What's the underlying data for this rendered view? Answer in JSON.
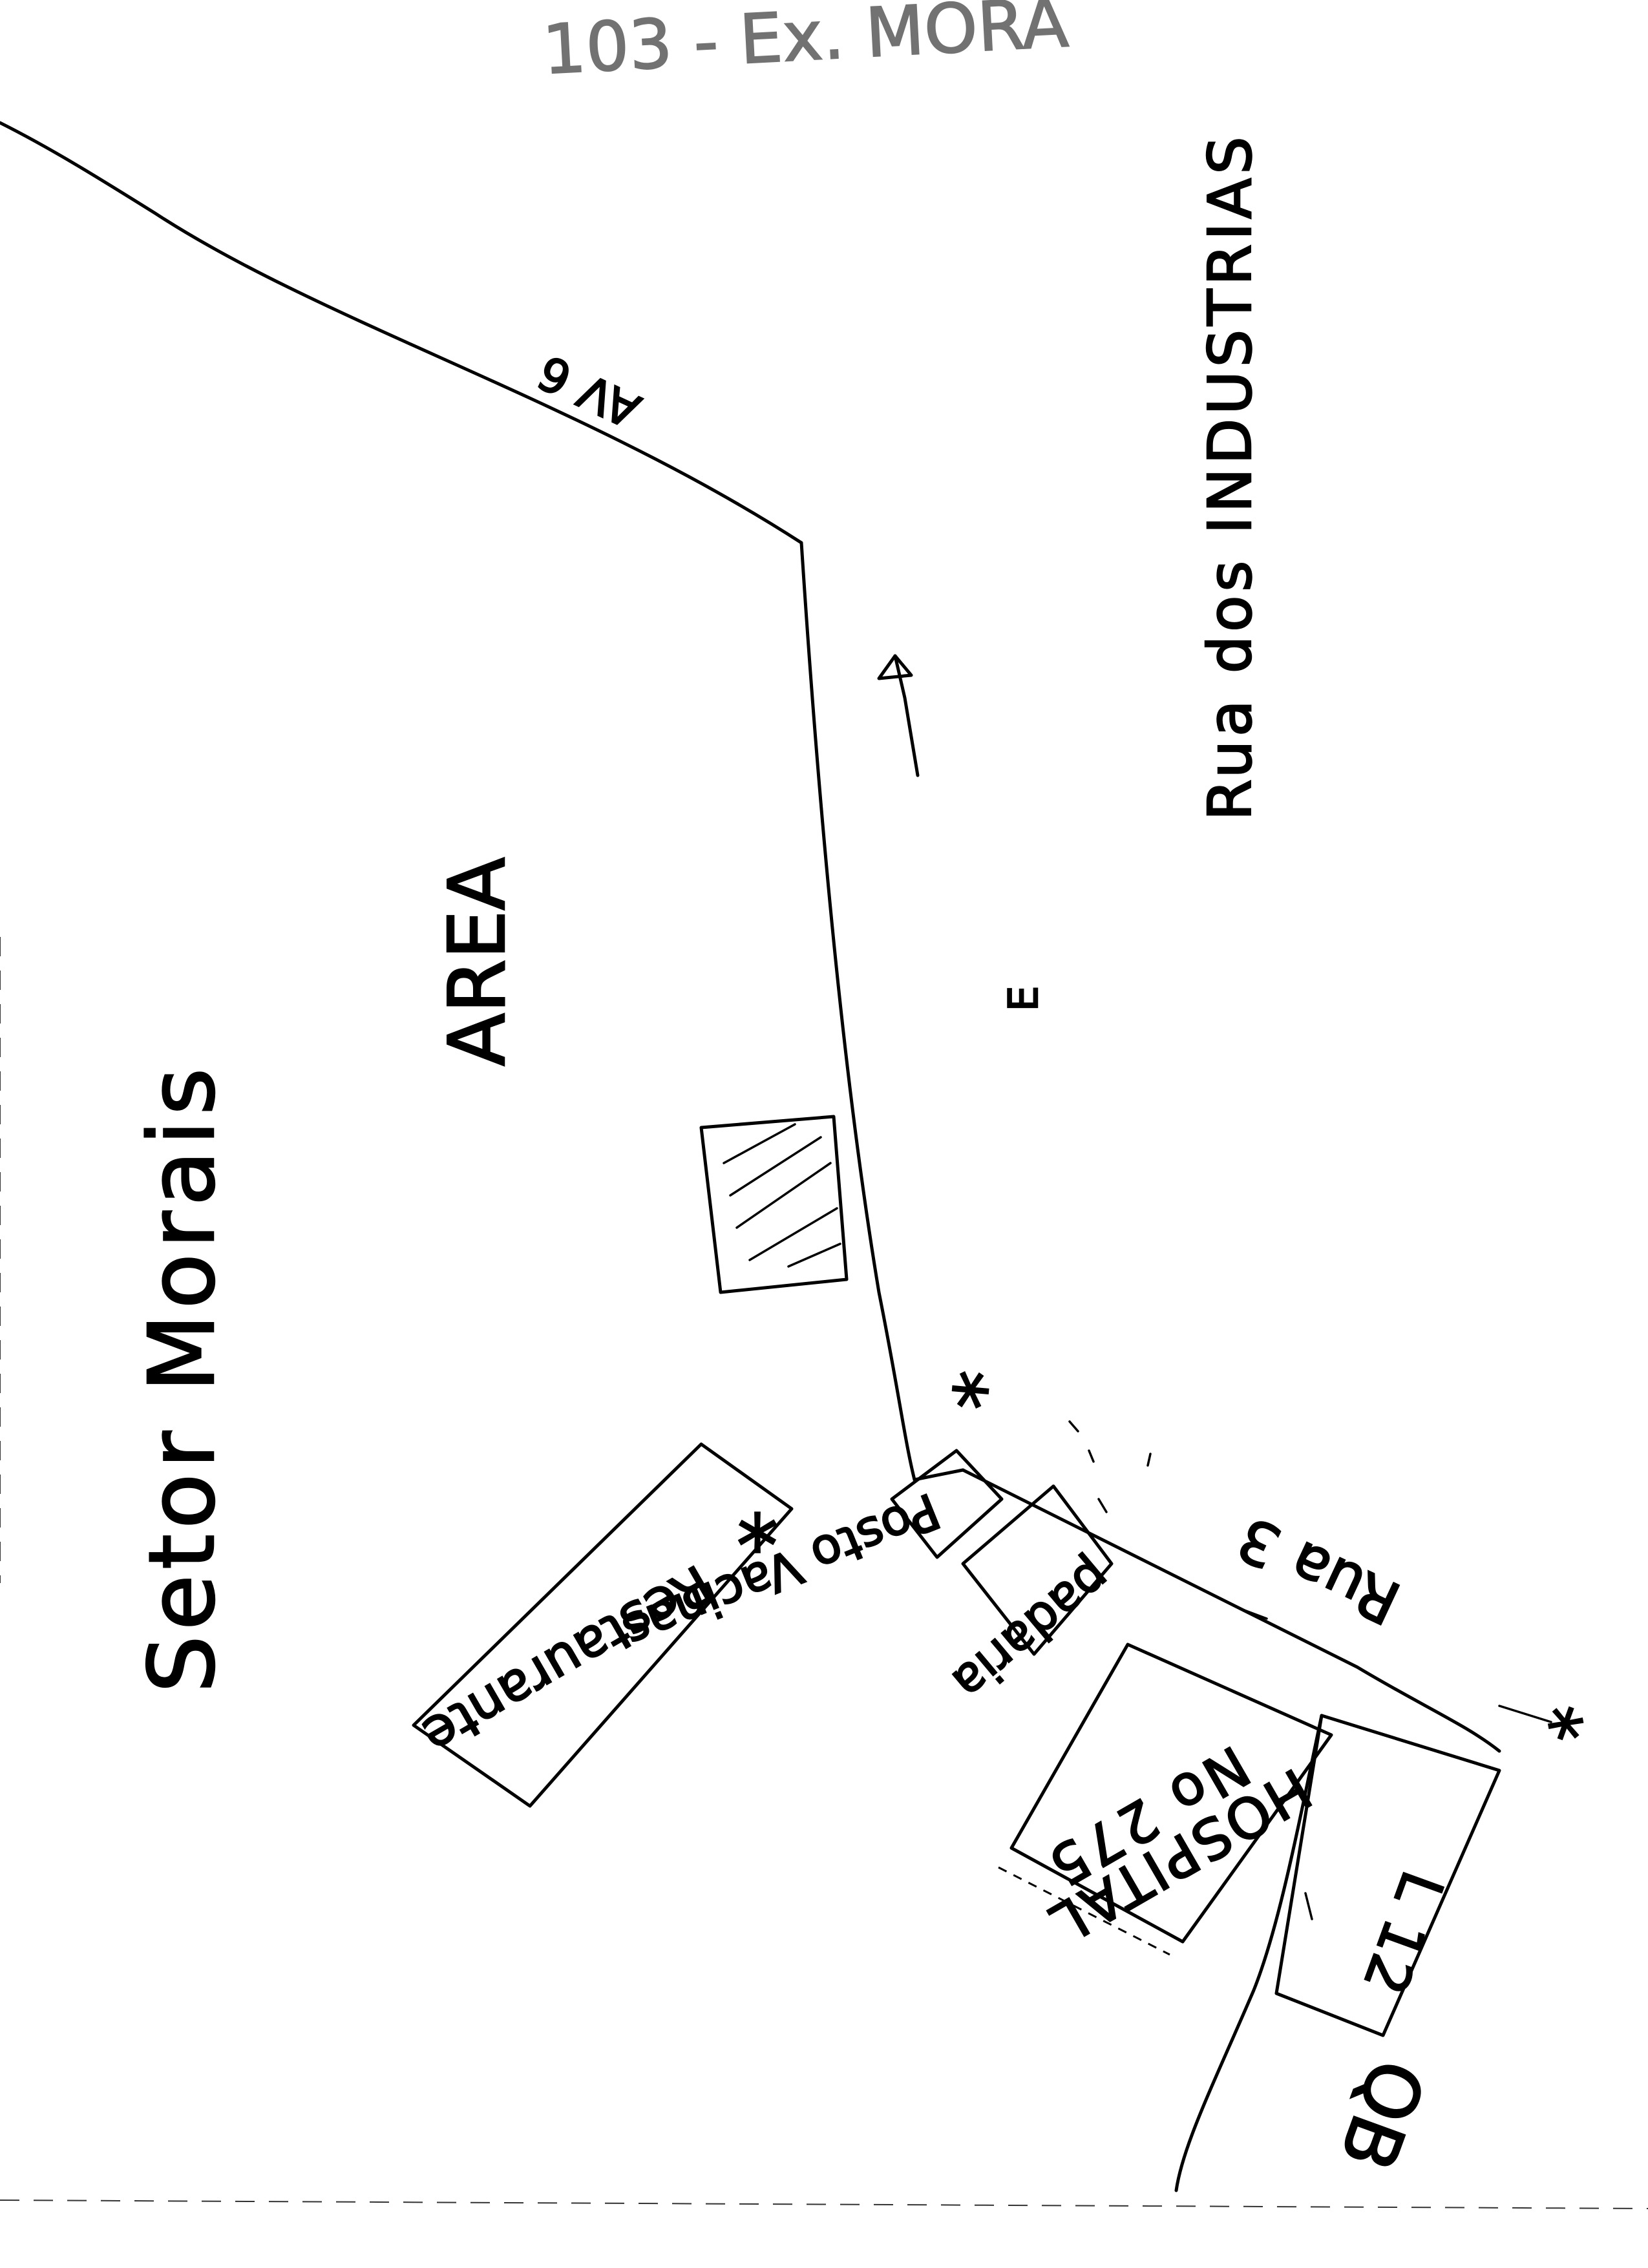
{
  "header": {
    "scribble": "103 - Ex. MORA"
  },
  "areas": {
    "sector_name": "Setor Morais",
    "area_label": "AREA"
  },
  "streets": {
    "av": "AV 6",
    "industrias": "Rua dos INDUSTRIAS",
    "rua3": "Rua 3"
  },
  "places": {
    "restaurante": "Restaurante",
    "posto_vacinas": "Posto Vacinas",
    "padaria": "padaria",
    "hospital": "HOSPITAL",
    "hospital_no": "No 275",
    "lote": "L 12",
    "quadra": "QB"
  },
  "markers": {
    "star": "*",
    "east": "E"
  }
}
